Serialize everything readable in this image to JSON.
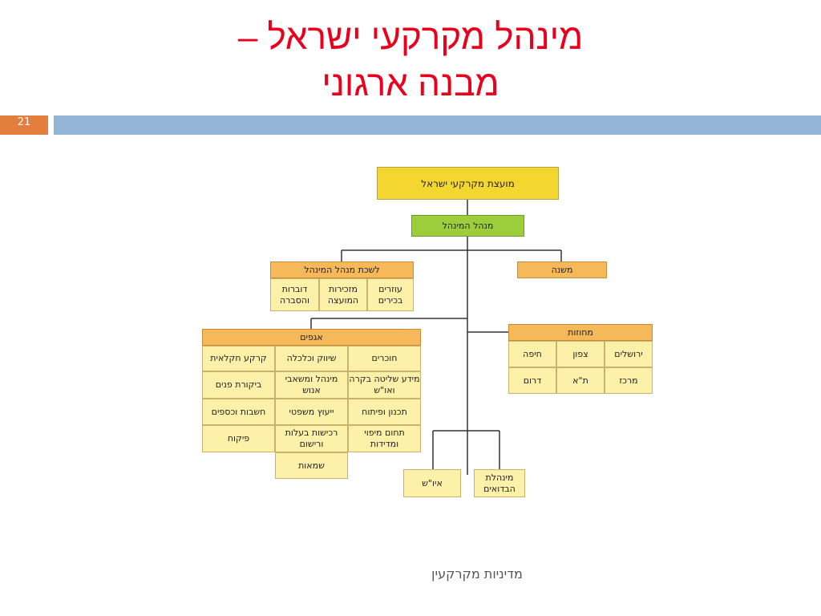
{
  "slide": {
    "title_line1": "מינהל מקרקעי ישראל –",
    "title_line2": "מבנה ארגוני",
    "page_number": "21",
    "footer": "מדיניות מקרקעין"
  },
  "colors": {
    "title": "#e8001c",
    "slide_number_bg": "#e37e3c",
    "header_strip": "#93b5d5",
    "top_box": "#f4d630",
    "director_box": "#9ccd3a",
    "section_header": "#f6b95a",
    "cell": "#fdf0a8"
  },
  "org": {
    "council": "מועצת מקרקעי ישראל",
    "director": "מנהל המינהל",
    "deputy": "משנה",
    "bureau": {
      "header": "לשכת מנהל המינהל",
      "items": [
        "עוזרים בכירים",
        "מזכירות המועצה",
        "דוברות והסברה"
      ]
    },
    "districts": {
      "header": "מחוזות",
      "items": [
        "ירושלים",
        "צפון",
        "חיפה",
        "מרכז",
        "ת\"א",
        "דרום"
      ]
    },
    "divisions": {
      "header": "אגפים",
      "col_right": [
        "חוכרים",
        "מידע שליטה בקרה ואו\"ש",
        "תכנון ופיתוח",
        "תחום מיפוי ומדידות"
      ],
      "col_middle": [
        "שיווק וכלכלה",
        "מינהל ומשאבי אנוש",
        "ייעוץ משפטי",
        "רכישות בעלות ורישום",
        "שמאות"
      ],
      "col_left": [
        "קרקע חקלאית",
        "ביקורת פנים",
        "חשבות וכספים",
        "פיקוח"
      ]
    },
    "bottom": [
      "מינהלת הבדואים",
      "איו\"ש"
    ]
  }
}
